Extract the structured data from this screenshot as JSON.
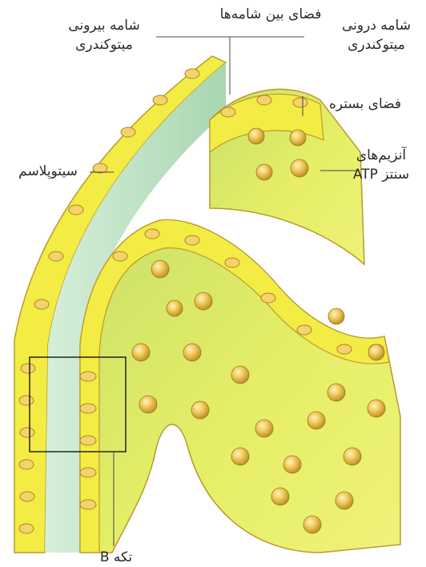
{
  "labels": {
    "outer_membrane": [
      "شامه بیرونی",
      "میتوکندری"
    ],
    "intermembrane_space": "فضای بین شامه‌ها",
    "inner_membrane": [
      "شامه درونی",
      "میتوکندری"
    ],
    "matrix": "فضای بستره",
    "atp_synthase": [
      "آنزیم‌های",
      "سنتز ATP"
    ],
    "cytoplasm": "سیتوپلاسم",
    "part_b": "تکه B"
  },
  "colors": {
    "membrane_yellow": "#f3ec44",
    "membrane_edge": "#b99a2c",
    "intermembrane_green": "#bfe3c4",
    "matrix_green": "#8fc35a",
    "particle_gold": "#e3b640",
    "label_text": "#2a2a2a"
  }
}
